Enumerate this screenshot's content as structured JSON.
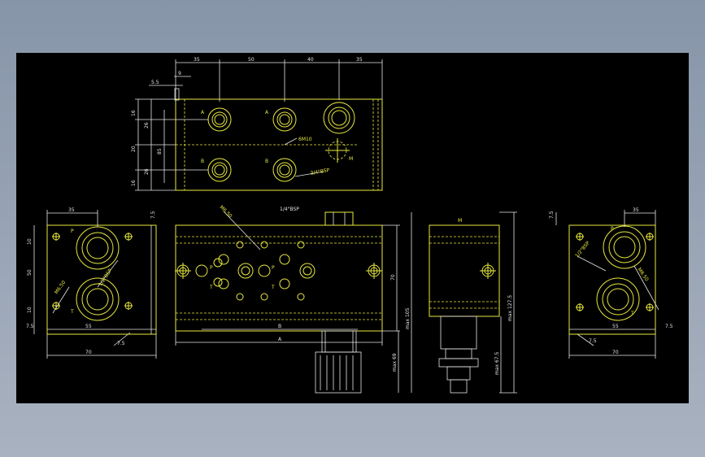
{
  "colors": {
    "background": "#8795a9",
    "canvas": "#000000",
    "outline": "#e8e840",
    "dimension": "#e6e6e6"
  },
  "top_view": {
    "dims_top": [
      "35",
      "50",
      "40",
      "35"
    ],
    "dims_left": [
      "16",
      "26",
      "20",
      "26",
      "16"
    ],
    "dims_small": [
      "5.5",
      "9"
    ],
    "overall_left": "85",
    "port_labels": [
      "A",
      "A",
      "B",
      "B",
      "M"
    ],
    "callouts": [
      "6M10",
      "3/4\"BSP"
    ]
  },
  "front_view": {
    "dims": [
      "1/4\"BSP",
      "M6.50",
      "A",
      "B",
      "70",
      "max 105",
      "max 69"
    ],
    "port_labels": [
      "P",
      "T",
      "P",
      "T"
    ]
  },
  "side_left": {
    "dims": [
      "35",
      "10",
      "50",
      "10",
      "7.5",
      "55",
      "70",
      "7.5",
      "7.5",
      "1/2\"BSP",
      "M6.50"
    ],
    "port_labels": [
      "P",
      "T"
    ]
  },
  "side_mid": {
    "dims": [
      "M",
      "max 127.5",
      "max 67.5"
    ]
  },
  "side_right": {
    "dims": [
      "35",
      "7.5",
      "1/2\"BSP",
      "M6.50",
      "55",
      "70",
      "7.5",
      "7.5"
    ],
    "port_labels": [
      "P",
      "T"
    ]
  }
}
